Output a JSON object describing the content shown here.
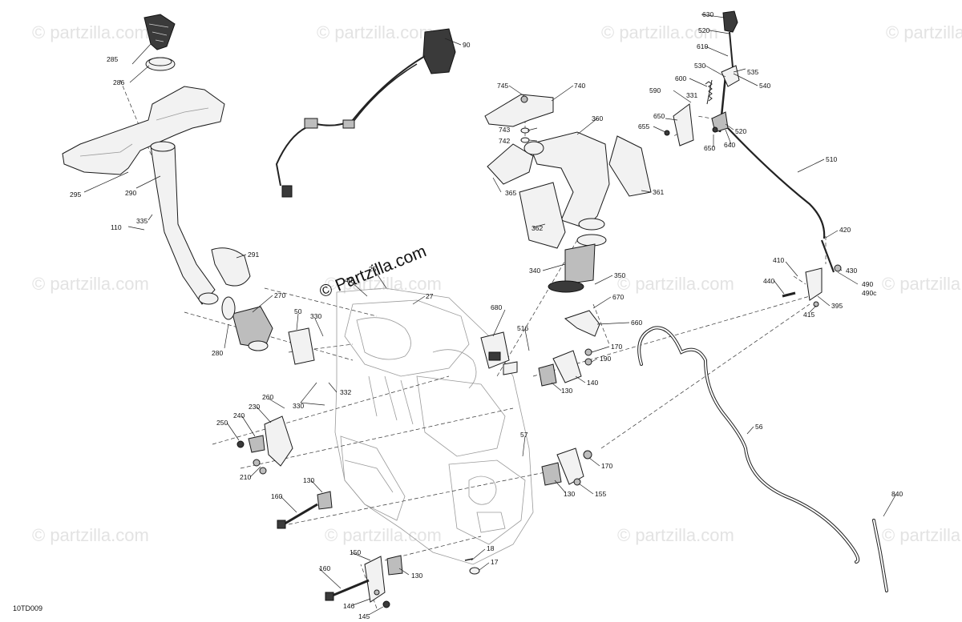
{
  "watermark": {
    "text": "© partzilla.com"
  },
  "brand_watermark": {
    "text": "© Partzilla.com"
  },
  "diagram_code": "10TD009",
  "callouts": {
    "c630": "630",
    "c520a": "520",
    "c610": "610",
    "c535": "535",
    "c530": "530",
    "c540": "540",
    "c600": "600",
    "c331": "331",
    "c590": "590",
    "c650a": "650",
    "c655": "655",
    "c520b": "520",
    "c650b": "650",
    "c640": "640",
    "c510": "510",
    "c420": "420",
    "c410": "410",
    "c430": "430",
    "c440": "440",
    "c490": "490",
    "c490c": "490c",
    "c395": "395",
    "c415": "415",
    "c285": "285",
    "c286": "286",
    "c90": "90",
    "c745": "745",
    "c740": "740",
    "c360": "360",
    "c743": "743",
    "c742": "742",
    "c295": "295",
    "c290": "290",
    "c365": "365",
    "c361": "361",
    "c110": "110",
    "c335": "335",
    "c362": "362",
    "c291": "291",
    "c340": "340",
    "c25": "25",
    "c40": "40",
    "c27": "27",
    "c350": "350",
    "c270": "270",
    "c50": "50",
    "c330a": "330",
    "c680": "680",
    "c670": "670",
    "c660": "660",
    "c280": "280",
    "c516": "516",
    "c170a": "170",
    "c190": "190",
    "c332": "332",
    "c330b": "330",
    "c140": "140",
    "c130a": "130",
    "c260": "260",
    "c250": "250",
    "c240": "240",
    "c230": "230",
    "c57": "57",
    "c56": "56",
    "c210": "210",
    "c170b": "170",
    "c130b": "130",
    "c155": "155",
    "c130c": "130",
    "c160a": "160",
    "c840": "840",
    "c150": "150",
    "c18": "18",
    "c17": "17",
    "c160b": "160",
    "c130d": "130",
    "c146": "146",
    "c145": "145"
  }
}
